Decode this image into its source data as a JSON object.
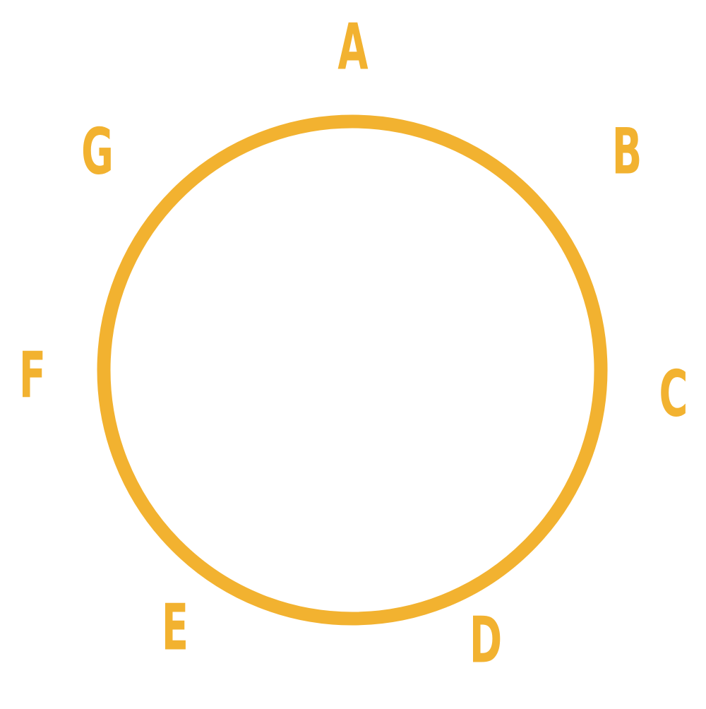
{
  "colors": {
    "accent": "#F2B230",
    "background": "#FFFFFF"
  },
  "labels": [
    {
      "id": "a",
      "text": "A"
    },
    {
      "id": "b",
      "text": "B"
    },
    {
      "id": "c",
      "text": "C"
    },
    {
      "id": "d",
      "text": "D"
    },
    {
      "id": "e",
      "text": "E"
    },
    {
      "id": "f",
      "text": "F"
    },
    {
      "id": "g",
      "text": "G"
    }
  ]
}
